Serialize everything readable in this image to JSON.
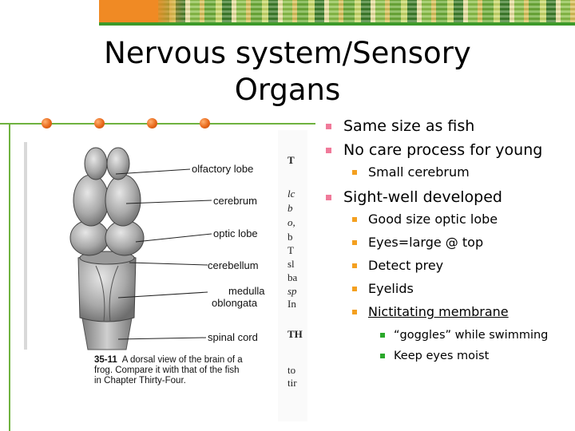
{
  "slide": {
    "title_line1": "Nervous system/Sensory",
    "title_line2": "Organs",
    "colors": {
      "banner": "#f08a24",
      "green_rule": "#3d9a2a",
      "dot": "#e8681a",
      "bullet_l1": "#f07a9a",
      "bullet_l2": "#f4a020",
      "bullet_l3": "#2aa82a"
    }
  },
  "figure": {
    "labels": {
      "olfactory": "olfactory lobe",
      "cerebrum": "cerebrum",
      "optic": "optic lobe",
      "cerebellum": "cerebellum",
      "medulla1": "medulla",
      "medulla2": "oblongata",
      "spinal": "spinal cord"
    },
    "caption_number": "35-11",
    "caption_line1": "A dorsal view of the brain of a",
    "caption_line2": "frog. Compare it with that of the fish",
    "caption_line3": "in Chapter Thirty-Four.",
    "book_fragments": [
      "T",
      "lc",
      "b",
      "o,",
      "b",
      "T",
      "sl",
      "ba",
      "sp",
      "In",
      "TH",
      "to",
      "tir"
    ]
  },
  "bullets": {
    "b1": "Same size as fish",
    "b2": "No care process for young",
    "b2_1": "Small cerebrum",
    "b3": "Sight-well developed",
    "b3_1": "Good size optic lobe",
    "b3_2": "Eyes=large @ top",
    "b3_3": "Detect prey",
    "b3_4": "Eyelids",
    "b3_5": "Nictitating membrane",
    "b3_5_1": "“goggles” while swimming",
    "b3_5_2": "Keep eyes moist"
  }
}
